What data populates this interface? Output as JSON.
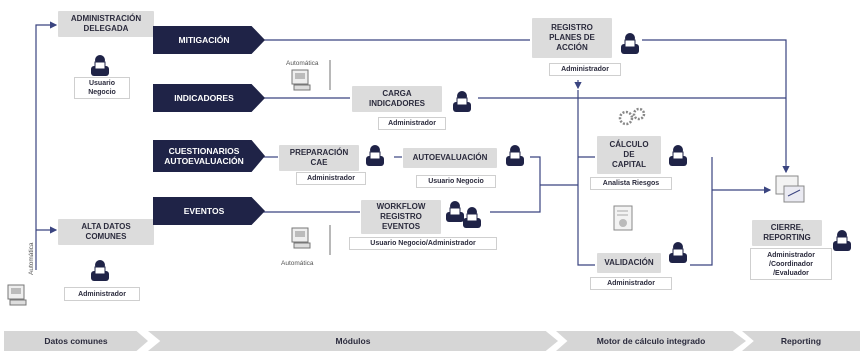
{
  "nodes": {
    "admin_delegada": "ADMINISTRACIÓN\nDELEGADA",
    "alta_datos": "ALTA DATOS\nCOMUNES",
    "mitigacion": "MITIGACIÓN",
    "indicadores": "INDICADORES",
    "cuestionarios": "CUESTIONARIOS\nAUTOEVALUACIÓN",
    "eventos": "EVENTOS",
    "carga_indicadores": "CARGA\nINDICADORES",
    "preparacion_cae": "PREPARACIÓN\nCAE",
    "autoevaluacion": "AUTOEVALUACIÓN",
    "workflow": "WORKFLOW\nREGISTRO\nEVENTOS",
    "registro_planes": "REGISTRO\nPLANES DE\nACCIÓN",
    "calculo_capital": "CÁLCULO\nDE\nCAPITAL",
    "validacion": "VALIDACIÓN",
    "cierre": "CIERRE,\nREPORTING"
  },
  "roles": {
    "usuario_negocio_left": "Usuario\nNegocio",
    "administrador_left": "Administrador",
    "administrador_carga": "Administrador",
    "administrador_cae": "Administrador",
    "usuario_negocio_auto": "Usuario Negocio",
    "usuario_negocio_admin": "Usuario Negocio/Administrador",
    "administrador_registro": "Administrador",
    "analista_riesgos": "Analista Riesgos",
    "administrador_validacion": "Administrador",
    "admin_coord_eval": "Administrador\n/Coordinador\n/Evaluador"
  },
  "automatica": {
    "left": "Automática",
    "top": "Automática",
    "bottom": "Automática"
  },
  "phases": [
    "Datos comunes",
    "Módulos",
    "Motor de cálculo integrado",
    "Reporting"
  ],
  "colors": {
    "dark": "#1f2347",
    "grey": "#dcdcdc",
    "line": "#3a4480"
  }
}
